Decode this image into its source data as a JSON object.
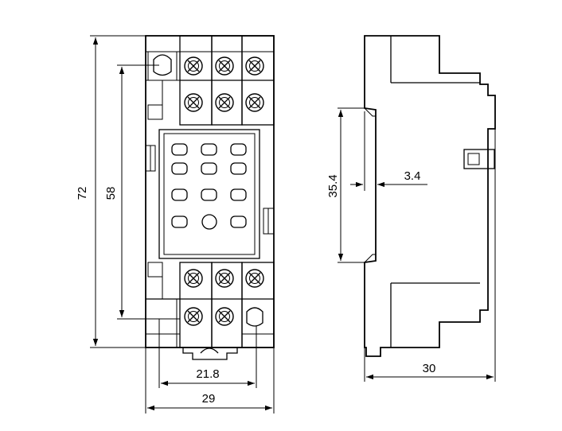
{
  "dimensions": {
    "height_overall": "72",
    "height_terminals": "58",
    "width_inner": "21.8",
    "width_overall": "29",
    "rail_height": "35.4",
    "rail_offset": "3.4",
    "depth": "30"
  }
}
